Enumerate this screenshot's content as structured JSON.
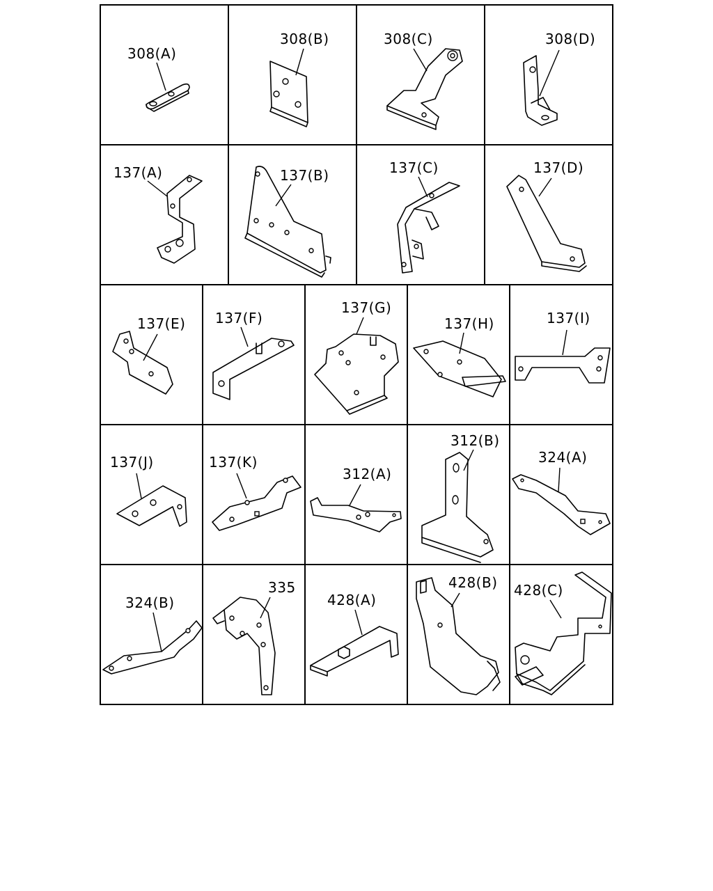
{
  "labels": {
    "r1c1": "308(A)",
    "r1c2": "308(B)",
    "r1c3": "308(C)",
    "r1c4": "308(D)",
    "r2c1": "137(A)",
    "r2c2": "137(B)",
    "r2c3": "137(C)",
    "r2c4": "137(D)",
    "r3c1": "137(E)",
    "r3c2": "137(F)",
    "r3c3": "137(G)",
    "r3c4": "137(H)",
    "r3c5": "137(I)",
    "r4c1": "137(J)",
    "r4c2": "137(K)",
    "r4c3": "312(A)",
    "r4c4": "312(B)",
    "r4c5": "324(A)",
    "r5c1": "324(B)",
    "r5c2": "335",
    "r5c3": "428(A)",
    "r5c4": "428(B)",
    "r5c5": "428(C)"
  }
}
